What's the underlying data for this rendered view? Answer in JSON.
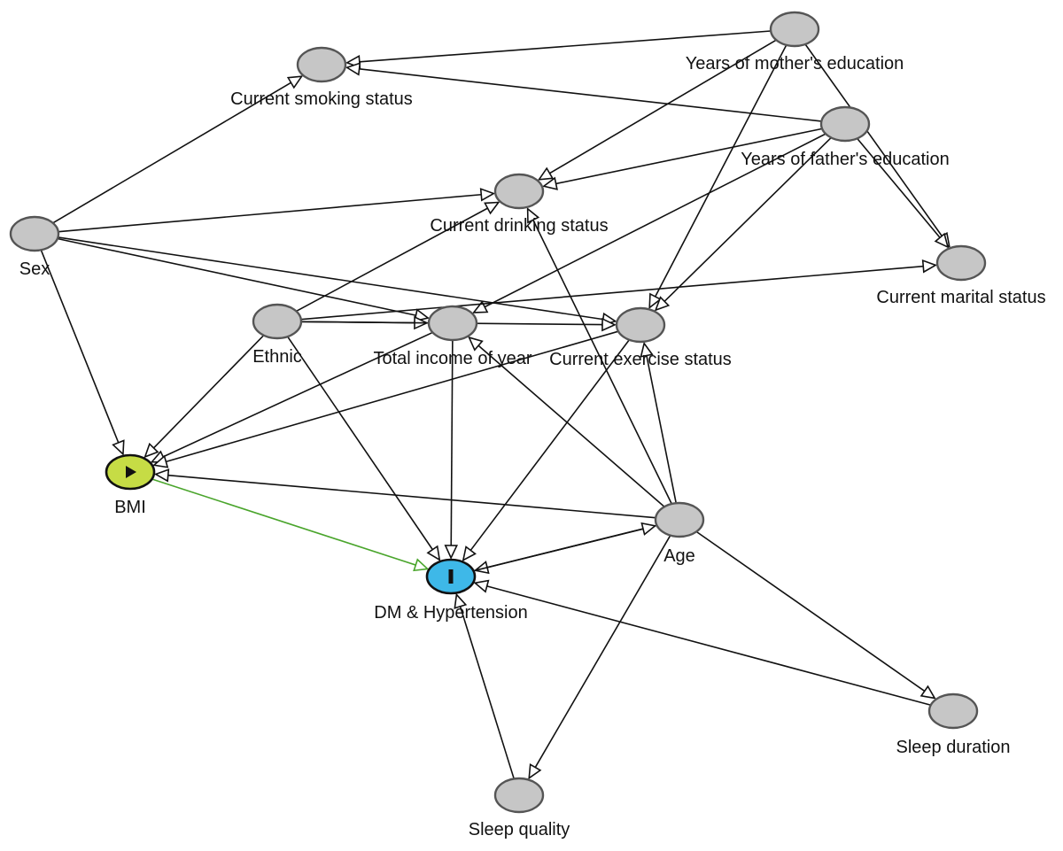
{
  "colors": {
    "default_node": "#c6c6c6",
    "exposure_node": "#c6dc45",
    "outcome_node": "#3eb8e8",
    "edge": "#111111",
    "causal_edge": "#4aa52c",
    "node_border": "#555555"
  },
  "nodes": [
    {
      "id": "mother_edu",
      "label": "Years of mother's education",
      "role": "default"
    },
    {
      "id": "smoking",
      "label": "Current smoking status",
      "role": "default"
    },
    {
      "id": "father_edu",
      "label": "Years of father's education",
      "role": "default"
    },
    {
      "id": "drinking",
      "label": "Current drinking status",
      "role": "default"
    },
    {
      "id": "sex",
      "label": "Sex",
      "role": "default"
    },
    {
      "id": "marital",
      "label": "Current marital status",
      "role": "default"
    },
    {
      "id": "ethnic",
      "label": "Ethnic",
      "role": "default"
    },
    {
      "id": "income",
      "label": "Total income of year",
      "role": "default"
    },
    {
      "id": "exercise",
      "label": "Current exercise status",
      "role": "default"
    },
    {
      "id": "bmi",
      "label": "BMI",
      "role": "exposure",
      "marker": "play-icon"
    },
    {
      "id": "age",
      "label": "Age",
      "role": "default"
    },
    {
      "id": "outcome",
      "label": "DM & Hypertension",
      "role": "outcome",
      "marker": "bar-icon"
    },
    {
      "id": "sleep_dur",
      "label": "Sleep duration",
      "role": "default"
    },
    {
      "id": "sleep_qual",
      "label": "Sleep quality",
      "role": "default"
    }
  ],
  "edges": [
    {
      "from": "mother_edu",
      "to": "smoking"
    },
    {
      "from": "mother_edu",
      "to": "drinking"
    },
    {
      "from": "mother_edu",
      "to": "exercise"
    },
    {
      "from": "mother_edu",
      "to": "marital"
    },
    {
      "from": "father_edu",
      "to": "smoking"
    },
    {
      "from": "father_edu",
      "to": "drinking"
    },
    {
      "from": "father_edu",
      "to": "income"
    },
    {
      "from": "father_edu",
      "to": "exercise"
    },
    {
      "from": "father_edu",
      "to": "marital"
    },
    {
      "from": "sex",
      "to": "smoking"
    },
    {
      "from": "sex",
      "to": "drinking"
    },
    {
      "from": "sex",
      "to": "income"
    },
    {
      "from": "sex",
      "to": "exercise"
    },
    {
      "from": "sex",
      "to": "bmi"
    },
    {
      "from": "ethnic",
      "to": "drinking"
    },
    {
      "from": "ethnic",
      "to": "income"
    },
    {
      "from": "ethnic",
      "to": "exercise"
    },
    {
      "from": "ethnic",
      "to": "marital"
    },
    {
      "from": "ethnic",
      "to": "bmi"
    },
    {
      "from": "ethnic",
      "to": "outcome"
    },
    {
      "from": "income",
      "to": "bmi"
    },
    {
      "from": "income",
      "to": "outcome"
    },
    {
      "from": "exercise",
      "to": "bmi"
    },
    {
      "from": "exercise",
      "to": "outcome"
    },
    {
      "from": "age",
      "to": "bmi"
    },
    {
      "from": "age",
      "to": "outcome"
    },
    {
      "from": "age",
      "to": "income"
    },
    {
      "from": "age",
      "to": "drinking"
    },
    {
      "from": "age",
      "to": "exercise"
    },
    {
      "from": "age",
      "to": "sleep_dur"
    },
    {
      "from": "age",
      "to": "sleep_qual"
    },
    {
      "from": "outcome",
      "to": "age"
    },
    {
      "from": "sleep_dur",
      "to": "outcome"
    },
    {
      "from": "sleep_qual",
      "to": "outcome"
    },
    {
      "from": "bmi",
      "to": "outcome",
      "causal": true
    }
  ]
}
